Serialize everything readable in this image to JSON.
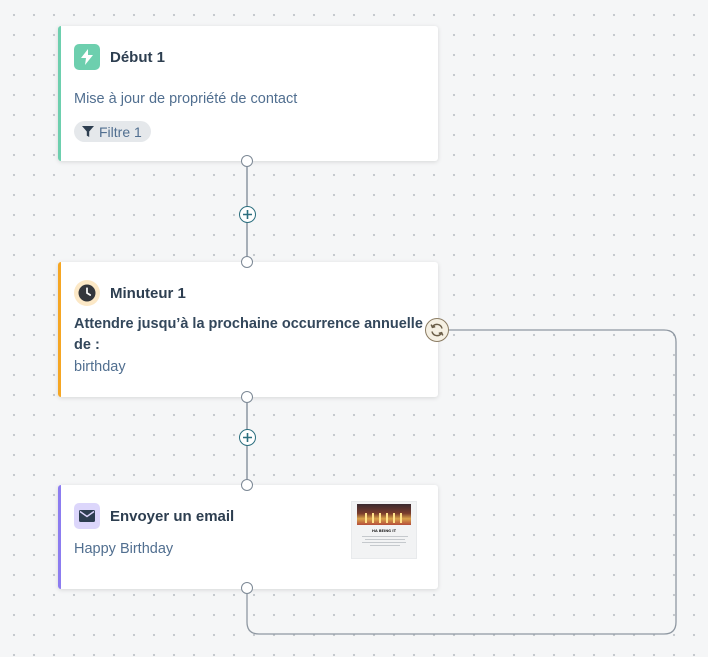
{
  "nodes": {
    "start": {
      "title": "Début 1",
      "description": "Mise à jour de propriété de contact",
      "filter_label": "Filtre 1",
      "accent_color": "#6dcfae",
      "icon": "lightning-icon"
    },
    "timer": {
      "title": "Minuteur 1",
      "description": "Attendre jusqu’à la prochaine occurrence annuelle de :",
      "property": "birthday",
      "accent_color": "#f5a623",
      "icon": "clock-icon"
    },
    "email": {
      "title": "Envoyer un email",
      "description": "Happy Birthday",
      "accent_color": "#8c7cf0",
      "icon": "envelope-icon",
      "thumbnail_heading": "HA BEING IT"
    }
  },
  "connectors": {
    "add_icon": "plus-circle-icon",
    "loop_icon": "sync-icon"
  }
}
